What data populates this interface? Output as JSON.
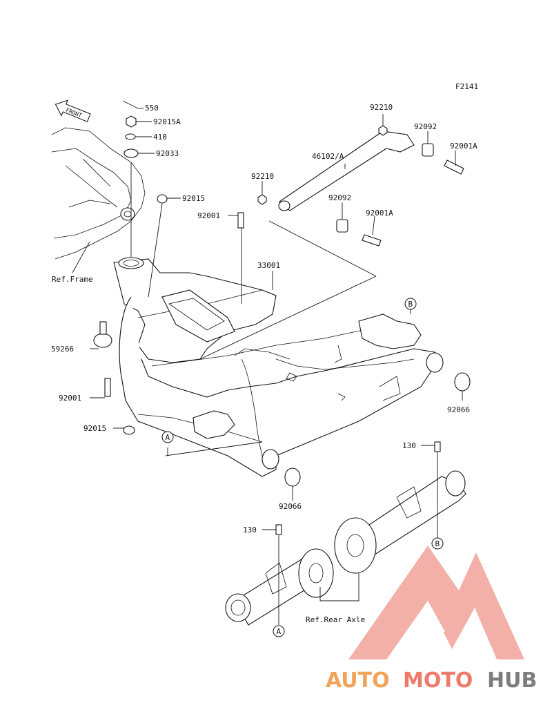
{
  "figure_code": "F2141",
  "front_label": "FRONT",
  "circled_refs": {
    "a": "A",
    "b": "B"
  },
  "callouts": {
    "p550": "550",
    "p92015A": "92015A",
    "p410": "410",
    "p92033": "92033",
    "p92015_top": "92015",
    "p92001_top": "92001",
    "p33001": "33001",
    "ref_frame": "Ref.Frame",
    "p59266": "59266",
    "p92001_left": "92001",
    "p92015_left": "92015",
    "p92210_top": "92210",
    "p92092_top": "92092",
    "p46102A": "46102/A",
    "p92001A_top": "92001A",
    "p92210_left": "92210",
    "p92092_mid": "92092",
    "p92001A_mid": "92001A",
    "p92066_right": "92066",
    "p92066_bottom": "92066",
    "p130_right": "130",
    "p130_left": "130",
    "ref_rear_axle": "Ref.Rear Axle"
  },
  "watermark": {
    "part1": "AUTO",
    "part2": "MOTO",
    "part3": "HUB",
    "colors": {
      "auto": "#f2a35a",
      "moto": "#f07a6a",
      "hub": "#7d7d7d",
      "logo": "#f2a39a"
    }
  }
}
